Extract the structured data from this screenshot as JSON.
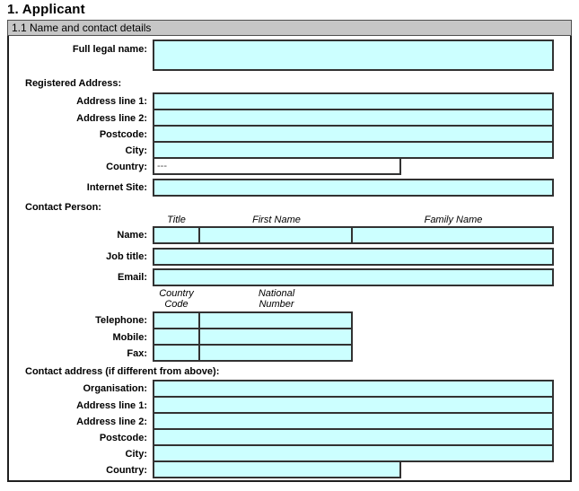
{
  "title": "1. Applicant",
  "section": {
    "header": "1.1 Name and contact details"
  },
  "colors": {
    "field_fill": "#CCFFFF",
    "header_bar_bg": "#C6C6C6",
    "field_border": "#323232"
  },
  "fields": {
    "full_name": {
      "label": "Full legal name:",
      "value": ""
    },
    "registered": {
      "heading": "Registered Address:",
      "address1": {
        "label": "Address line 1:",
        "value": ""
      },
      "address2": {
        "label": "Address line 2:",
        "value": ""
      },
      "postcode": {
        "label": "Postcode:",
        "value": ""
      },
      "city": {
        "label": "City:",
        "value": ""
      },
      "country": {
        "label": "Country:",
        "value": "---"
      },
      "internet": {
        "label": "Internet Site:",
        "value": ""
      }
    },
    "contact_person": {
      "heading": "Contact Person:",
      "headers": {
        "title": "Title",
        "first": "First Name",
        "family": "Family Name",
        "country_code": "Country\nCode",
        "national_number": "National\nNumber"
      },
      "name": {
        "label": "Name:",
        "title": "",
        "first": "",
        "family": ""
      },
      "job_title": {
        "label": "Job title:",
        "value": ""
      },
      "email": {
        "label": "Email:",
        "value": ""
      },
      "telephone": {
        "label": "Telephone:",
        "code": "",
        "number": ""
      },
      "mobile": {
        "label": "Mobile:",
        "code": "",
        "number": ""
      },
      "fax": {
        "label": "Fax:",
        "code": "",
        "number": ""
      }
    },
    "contact_address": {
      "heading": "Contact address (if different from above):",
      "organisation": {
        "label": "Organisation:",
        "value": ""
      },
      "address1": {
        "label": "Address line 1:",
        "value": ""
      },
      "address2": {
        "label": "Address line 2:",
        "value": ""
      },
      "postcode": {
        "label": "Postcode:",
        "value": ""
      },
      "city": {
        "label": "City:",
        "value": ""
      },
      "country": {
        "label": "Country:",
        "value": ""
      }
    }
  }
}
